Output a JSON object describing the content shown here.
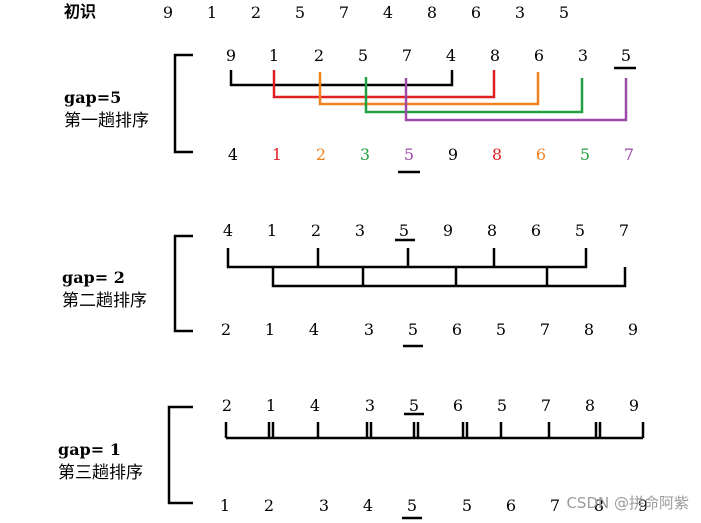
{
  "initial": {
    "label": "初识",
    "values": [
      "9",
      "1",
      "2",
      "5",
      "7",
      "4",
      "8",
      "6",
      "3",
      "5"
    ]
  },
  "pass1": {
    "gap_label": "gap=5",
    "title": "第一趟排序",
    "before": [
      "9",
      "1",
      "2",
      "5",
      "7",
      "4",
      "8",
      "6",
      "3",
      "5"
    ],
    "after": [
      "4",
      "1",
      "2",
      "3",
      "5",
      "9",
      "8",
      "6",
      "5",
      "7"
    ]
  },
  "pass2": {
    "gap_label": "gap= 2",
    "title": "第二趟排序",
    "before": [
      "4",
      "1",
      "2",
      "3",
      "5",
      "9",
      "8",
      "6",
      "5",
      "7"
    ],
    "after": [
      "2",
      "1",
      "4",
      "3",
      "5",
      "6",
      "5",
      "7",
      "8",
      "9"
    ]
  },
  "pass3": {
    "gap_label": "gap= 1",
    "title": "第三趟排序",
    "before": [
      "2",
      "1",
      "4",
      "3",
      "5",
      "6",
      "5",
      "7",
      "8",
      "9"
    ],
    "after": [
      "1",
      "2",
      "3",
      "4",
      "5",
      "5",
      "6",
      "7",
      "8",
      "9"
    ]
  },
  "group_colors": [
    "#000000",
    "#e02020",
    "#f08020",
    "#20a040",
    "#9b4aa8"
  ],
  "watermark": "CSDN @拼命阿紫"
}
